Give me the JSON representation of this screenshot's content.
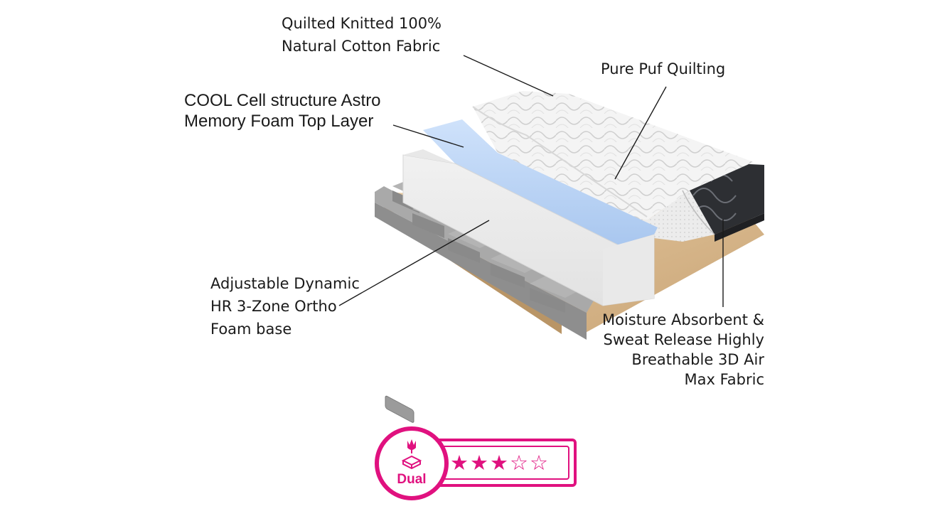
{
  "callouts": {
    "cotton_fabric": [
      "Quilted Knitted 100%",
      "Natural Cotton Fabric"
    ],
    "puf_quilting": "Pure Puf Quilting",
    "memory_foam": [
      "COOL Cell structure Astro",
      "Memory Foam Top Layer"
    ],
    "foam_base": [
      "Adjustable Dynamic",
      "HR 3-Zone Ortho",
      "Foam base"
    ],
    "air_fabric": [
      "Moisture Absorbent &",
      "Sweat Release Highly",
      "Breathable 3D Air",
      "Max Fabric"
    ]
  },
  "badge": {
    "type_label": "Dual",
    "icons": [
      "tulip-icon",
      "mattress-icon"
    ],
    "rating": 3,
    "rating_max": 5,
    "accent_color": "#e0117f"
  }
}
